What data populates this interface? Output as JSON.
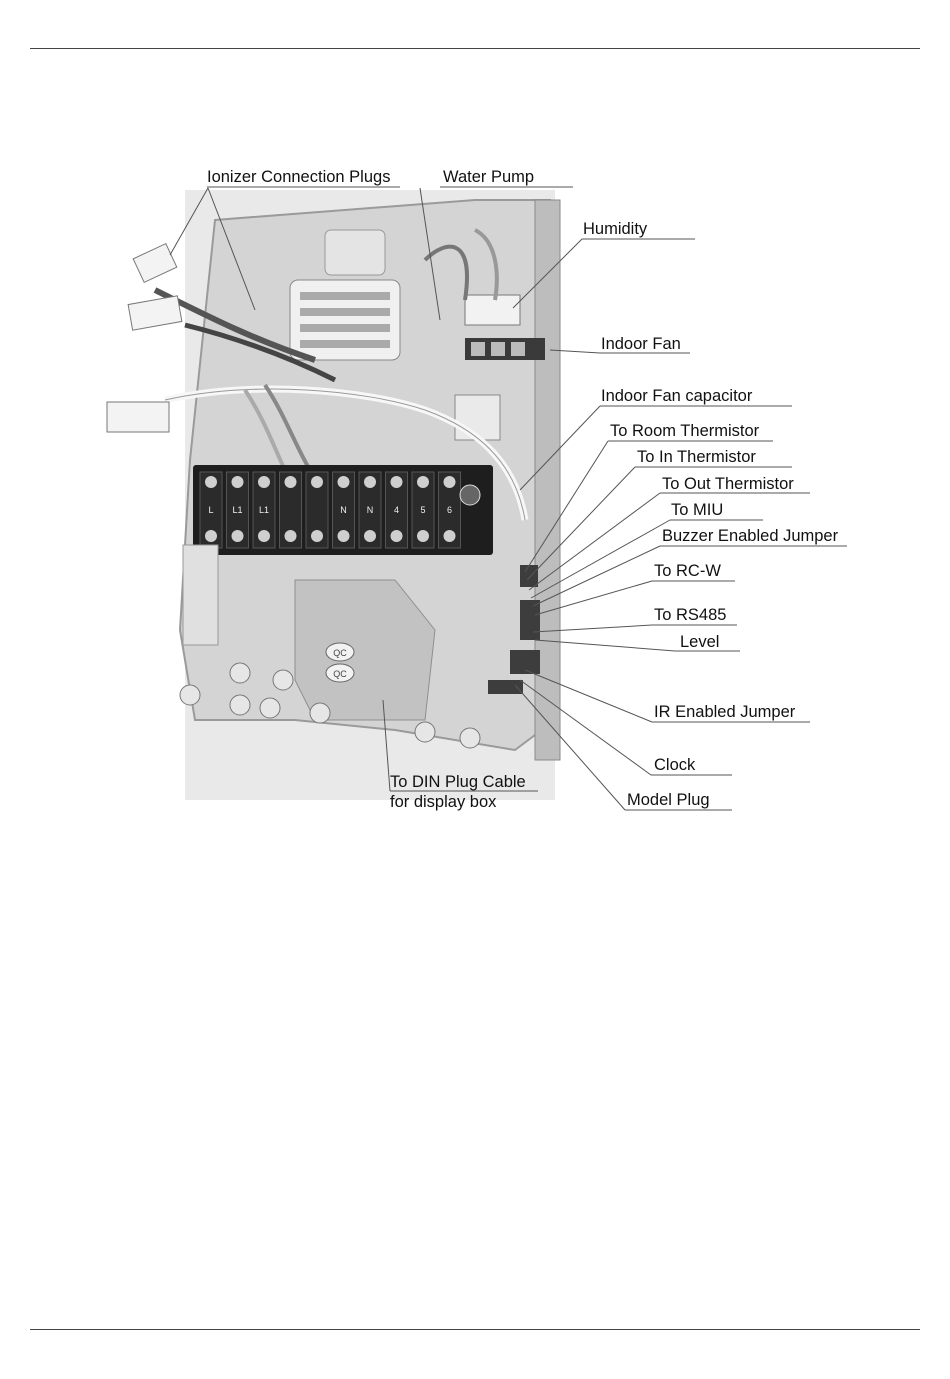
{
  "labels": {
    "ionizer_connection_plugs": "Ionizer Connection Plugs",
    "water_pump": "Water Pump",
    "humidity": "Humidity",
    "indoor_fan": "Indoor Fan",
    "indoor_fan_capacitor": "Indoor Fan capacitor",
    "to_room_thermistor": "To Room Thermistor",
    "to_in_thermistor": "To In Thermistor",
    "to_out_thermistor": "To Out Thermistor",
    "to_miu": "To MIU",
    "buzzer_enabled_jumper": "Buzzer Enabled Jumper",
    "to_rc_w": "To RC-W",
    "to_rs485": "To RS485",
    "level": "Level",
    "ir_enabled_jumper": "IR Enabled Jumper",
    "clock": "Clock",
    "model_plug": "Model Plug",
    "to_din_plug_cable": "To DIN Plug Cable",
    "for_display_box": "for display box"
  },
  "terminal_block": {
    "terminals": [
      "L",
      "L1",
      "L1",
      "",
      "",
      "N",
      "N",
      "4",
      "5",
      "6"
    ]
  },
  "badges": [
    "QC",
    "QC"
  ],
  "colors": {
    "ink": "#111111",
    "leader": "#555555",
    "housing": "#cfcfcf",
    "terminal": "#1e1e1e"
  }
}
